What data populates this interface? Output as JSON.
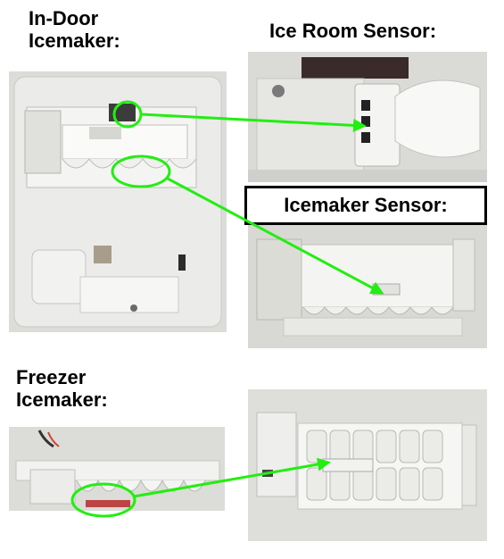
{
  "labels": {
    "in_door_line1": "In-Door",
    "in_door_line2": "Icemaker:",
    "ice_room_sensor": "Ice Room Sensor:",
    "icemaker_sensor": "Icemaker Sensor:",
    "freezer_line1": "Freezer",
    "freezer_line2": "Icemaker:"
  },
  "colors": {
    "highlight": "#22ee11",
    "photo_bg": "#e4e4e2",
    "box_border": "#000000"
  },
  "icons": {
    "callout_circle": "green-ellipse-outline",
    "callout_arrow": "green-arrow"
  }
}
